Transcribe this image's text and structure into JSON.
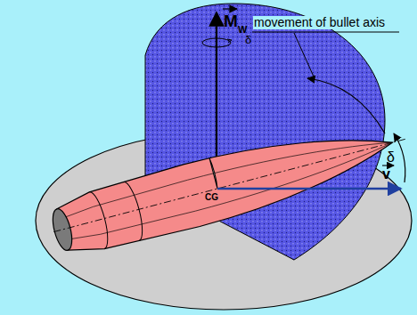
{
  "diagram": {
    "labels": [
      "M",
      "W",
      "δ",
      "movement of bullet axis",
      "δ",
      "v",
      "CG"
    ]
  }
}
